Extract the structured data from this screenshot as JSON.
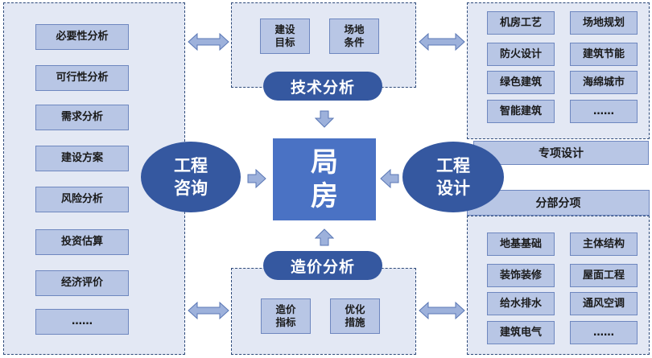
{
  "left_panel": {
    "items": [
      "必要性分析",
      "可行性分析",
      "需求分析",
      "建设方案",
      "风险分析",
      "投资估算",
      "经济评价",
      "……"
    ]
  },
  "top_panel": {
    "items": [
      [
        "建设",
        "目标"
      ],
      [
        "场地",
        "条件"
      ]
    ],
    "title": "技术分析"
  },
  "bottom_panel": {
    "items": [
      [
        "造价",
        "指标"
      ],
      [
        "优化",
        "措施"
      ]
    ],
    "title": "造价分析"
  },
  "right_top_panel": {
    "items": [
      "机房工艺",
      "场地规划",
      "防火设计",
      "建筑节能",
      "绿色建筑",
      "海绵城市",
      "智能建筑",
      "……"
    ],
    "title": "专项设计"
  },
  "right_bottom_panel": {
    "title": "分部分项",
    "items": [
      "地基基础",
      "主体结构",
      "装饰装修",
      "屋面工程",
      "给水排水",
      "通风空调",
      "建筑电气",
      "……"
    ]
  },
  "left_circle": [
    "工程",
    "咨询"
  ],
  "right_circle": [
    "工程",
    "设计"
  ],
  "center": [
    "局",
    "房"
  ],
  "colors": {
    "panel_bg": "#e3e8f4",
    "box_bg": "#b8c6e5",
    "accent_dark": "#3558a0",
    "center_bg": "#4a72c4",
    "arrow_fill": "#9db1db"
  }
}
